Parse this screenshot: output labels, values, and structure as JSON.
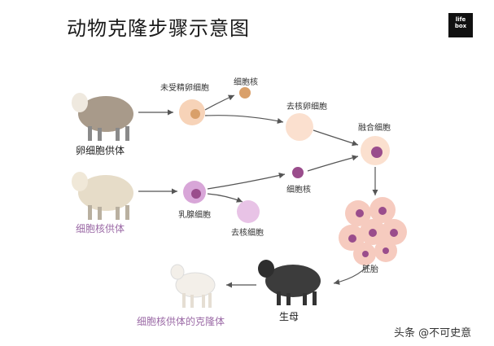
{
  "title": "动物克隆步骤示意图",
  "logo": {
    "line1": "life",
    "line2": "box"
  },
  "labels": {
    "egg_donor": "卵细胞供体",
    "unfertilized_egg": "未受精卵细胞",
    "egg_nucleus": "细胞核",
    "enucleated_egg": "去核卵细胞",
    "fused_cell": "融合细胞",
    "nucleus_donor": "细胞核供体",
    "mammary_cell": "乳腺细胞",
    "mammary_nucleus": "细胞核",
    "denucleated_cell": "去核细胞",
    "embryo": "胚胎",
    "surrogate": "生母",
    "clone": "细胞核供体的克隆体"
  },
  "watermark": "头条 @不可史意",
  "colors": {
    "arrow": "#555555",
    "egg_cell": "#f7d3b8",
    "egg_nucleus": "#d9a06a",
    "purple_cell": "#d8a6d8",
    "purple_nucleus": "#9a4d8c",
    "embryo_cell": "#f6cbbf",
    "sheep_brown": "#a89a8a",
    "sheep_cream": "#e6dcc8",
    "sheep_dark": "#3c3c3c",
    "lamb": "#f3efe9",
    "purple_text": "#9b6aa6"
  }
}
